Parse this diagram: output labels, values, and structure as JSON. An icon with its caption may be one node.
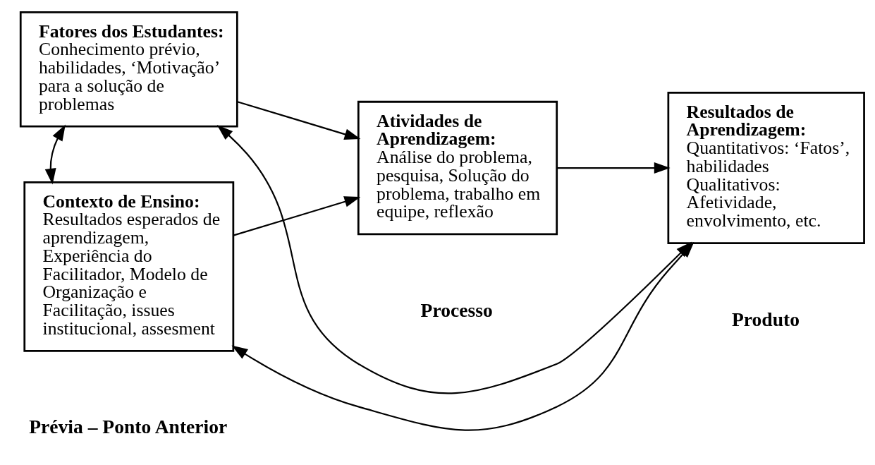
{
  "diagram": {
    "nodes": [
      {
        "text": [
          "Fatores dos Estudantes:",
          "Conhecimento prévio, habilidades, ‘Motivação’ para a solução de problemas"
        ]
      },
      {
        "text": [
          "Contexto de Ensino:",
          "Resultados esperados de aprendizagem, Experiência do Facilitador, Modelo de Organização e Facilitação, issues institucional, assesment"
        ]
      },
      {
        "text": [
          "Atividades de Aprendizagem:",
          "Análise do problema, pesquisa, Solução do problema, trabalho em equipe, reflexão"
        ]
      },
      {
        "text": [
          "Resultados de Aprendizagem:",
          "Quantitativos: ‘Fatos’, habilidades Qualitativos: Afetividade, envolvimento, etc."
        ]
      }
    ],
    "edges": [
      {
        "from": 0,
        "to": 3,
        "arrow": "both"
      },
      {
        "from": 0,
        "to": 2,
        "arrow": "to"
      },
      {
        "from": 0,
        "to": 1,
        "arrow": "both"
      },
      {
        "from": 1,
        "to": 2,
        "arrow": "to"
      },
      {
        "from": 2,
        "to": 3,
        "arrow": "to"
      },
      {
        "from": 3,
        "to": 1,
        "arrow": "both"
      }
    ],
    "labels": [
      "Prévia – Ponto Anterior",
      "Processo",
      "Produto"
    ]
  }
}
